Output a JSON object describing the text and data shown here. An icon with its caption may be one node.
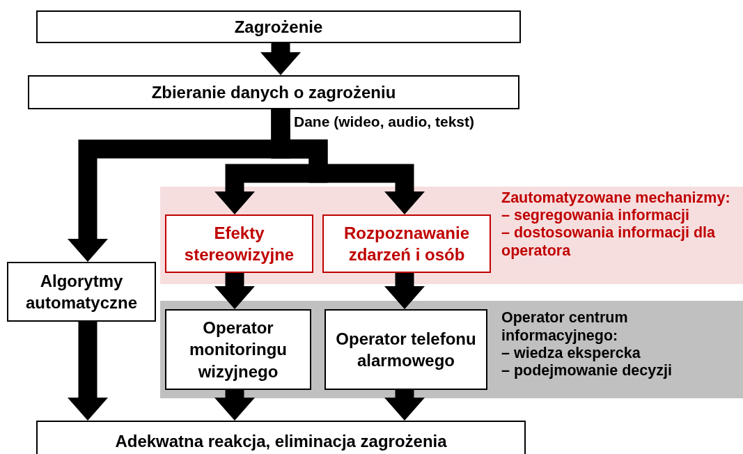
{
  "diagram": {
    "nodes": [
      {
        "text": [
          "Zagrożenie"
        ]
      },
      {
        "text": [
          "Zbieranie danych o zagrożeniu"
        ]
      },
      {
        "text": [
          "Zautomatyzowane mechanizmy:",
          "– segregowania informacji",
          "– dostosowania informacji dla operatora"
        ]
      },
      {
        "text": [
          "Efekty stereowizyjne"
        ],
        "in": 2
      },
      {
        "text": [
          "Rozpoznawanie zdarzeń i osób"
        ],
        "in": 2
      },
      {
        "text": [
          "Operator centrum informacyjnego:",
          "– wiedza ekspercka",
          "– podejmowanie decyzji"
        ]
      },
      {
        "text": [
          "Operator monitoringu wizyjnego"
        ],
        "in": 5
      },
      {
        "text": [
          "Operator telefonu alarmowego"
        ],
        "in": 5
      },
      {
        "text": [
          "Algorytmy automatyczne"
        ]
      },
      {
        "text": [
          "Adekwatna reakcja, eliminacja zagrożenia"
        ]
      }
    ],
    "edges": [
      {
        "from": 0,
        "to": 1,
        "arrow": "to"
      },
      {
        "from": 1,
        "to": 8,
        "arrow": "to",
        "label": "Dane (wideo, audio, tekst)"
      },
      {
        "from": 1,
        "to": 3,
        "arrow": "to"
      },
      {
        "from": 1,
        "to": 4,
        "arrow": "to"
      },
      {
        "from": 3,
        "to": 6,
        "arrow": "to"
      },
      {
        "from": 4,
        "to": 7,
        "arrow": "to"
      },
      {
        "from": 8,
        "to": 9,
        "arrow": "to"
      },
      {
        "from": 6,
        "to": 9,
        "arrow": "to"
      },
      {
        "from": 7,
        "to": 9,
        "arrow": "to"
      }
    ]
  }
}
